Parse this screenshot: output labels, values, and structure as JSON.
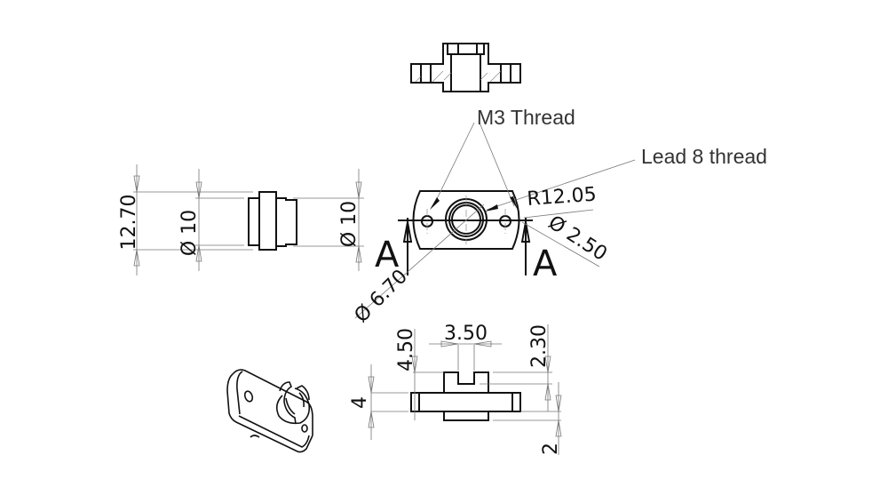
{
  "annotations": {
    "m3_thread": "M3 Thread",
    "lead_thread": "Lead 8 thread",
    "radius": "R12.05",
    "hole_dia": "Ø 2.50",
    "bore_dia": "Ø 6.70",
    "section_left": "A",
    "section_right": "A"
  },
  "side_view": {
    "height": "12.70",
    "dia_left": "Ø 10",
    "dia_right": "Ø 10"
  },
  "bottom_view": {
    "slot_width": "3.50",
    "hub_height": "4.50",
    "slot_depth": "2.30",
    "flange_thickness": "4",
    "bottom_boss": "2"
  }
}
